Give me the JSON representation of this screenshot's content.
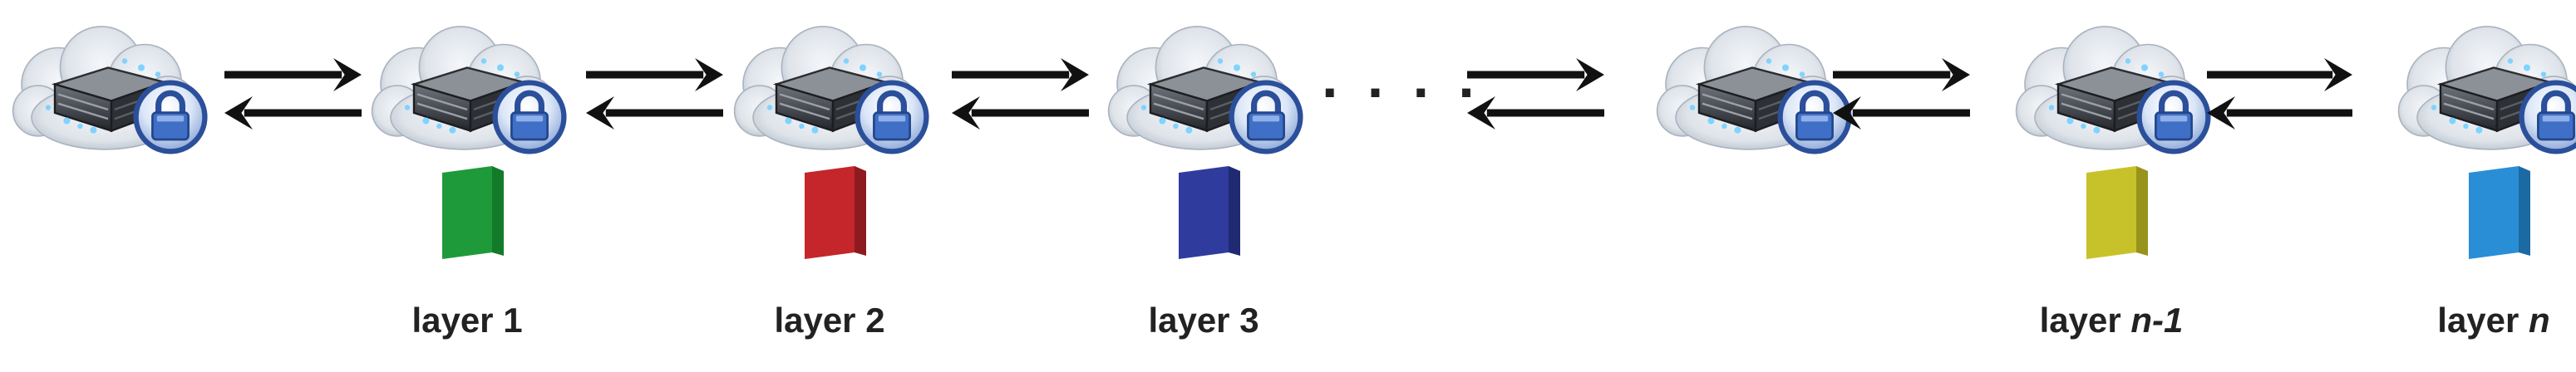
{
  "nodes": [
    {
      "id": "node-1",
      "label": "",
      "has_layer": false
    },
    {
      "id": "node-2",
      "label": "layer 1",
      "label_prefix": "layer ",
      "label_suffix": "1",
      "suffix_italic": false,
      "layer_color": "#1f9a3a",
      "layer_side": "#137a2a",
      "has_layer": true
    },
    {
      "id": "node-3",
      "label": "layer 2",
      "label_prefix": "layer ",
      "label_suffix": "2",
      "suffix_italic": false,
      "layer_color": "#c4262c",
      "layer_side": "#8e1a1f",
      "has_layer": true
    },
    {
      "id": "node-4",
      "label": "layer 3",
      "label_prefix": "layer ",
      "label_suffix": "3",
      "suffix_italic": false,
      "layer_color": "#2f3c9e",
      "layer_side": "#1f2a73",
      "has_layer": true
    },
    {
      "id": "node-5",
      "label": "",
      "has_layer": false
    },
    {
      "id": "node-6",
      "label": "layer n-1",
      "label_prefix": "layer ",
      "label_suffix": "n-1",
      "suffix_italic": true,
      "layer_color": "#c7c22a",
      "layer_side": "#98931a",
      "has_layer": true
    },
    {
      "id": "node-7",
      "label": "layer n",
      "label_prefix": "layer ",
      "label_suffix": "n",
      "suffix_italic": true,
      "layer_color": "#2a8ed6",
      "layer_side": "#1c6aa3",
      "has_layer": true
    }
  ],
  "ellipsis": "· · · ·",
  "colors": {
    "arrow": "#111111",
    "cloud": "#e6eaef",
    "cloud_shade": "#c7ced8",
    "server": "#3a3d43",
    "glow": "#7fd3ff",
    "lock_ring": "#2b4f9a",
    "lock_fill": "#3f6fc7"
  },
  "icons": [
    "cloud-server-icon",
    "lock-icon",
    "bidirectional-arrow-icon"
  ]
}
